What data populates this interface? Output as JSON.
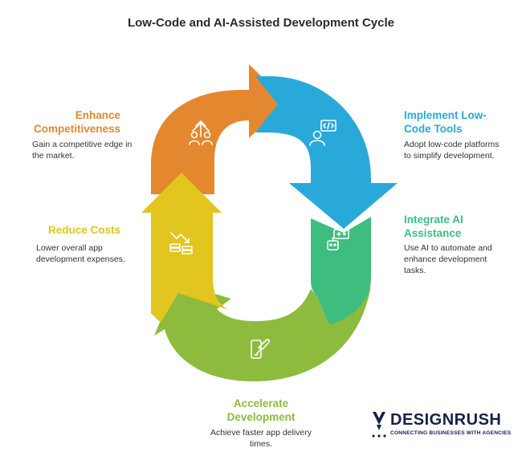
{
  "title": "Low-Code and AI-Assisted Development Cycle",
  "stages": {
    "implement": {
      "heading_line1": "Implement Low-",
      "heading_line2": "Code Tools",
      "desc_line1": "Adopt low-code platforms",
      "desc_line2": "to simplify development.",
      "color": "#29A9DA",
      "icon": "code-screen-developer-icon"
    },
    "integrate": {
      "heading_line1": "Integrate AI",
      "heading_line2": "Assistance",
      "desc_line1": "Use AI to automate and",
      "desc_line2": "enhance development",
      "desc_line3": "tasks.",
      "color": "#3DBE7F",
      "icon": "ai-robot-icon"
    },
    "accelerate": {
      "heading_line1": "Accelerate",
      "heading_line2": "Development",
      "desc_line1": "Achieve faster app delivery",
      "desc_line2": "times.",
      "color": "#8DBB3D",
      "icon": "mobile-rocket-icon"
    },
    "reduce": {
      "heading_line1": "Reduce Costs",
      "desc_line1": "Lower overall app",
      "desc_line2": "development expenses.",
      "color": "#E2C51E",
      "icon": "coins-down-trend-icon"
    },
    "enhance": {
      "heading_line1": "Enhance",
      "heading_line2": "Competitiveness",
      "desc_line1": "Gain a competitive edge in",
      "desc_line2": "the market.",
      "color": "#E3882F",
      "icon": "team-growth-icon"
    }
  },
  "logo": {
    "name": "DESIGNRUSH",
    "tagline": "CONNECTING BUSINESSES WITH AGENCIES",
    "color": "#16214A"
  }
}
